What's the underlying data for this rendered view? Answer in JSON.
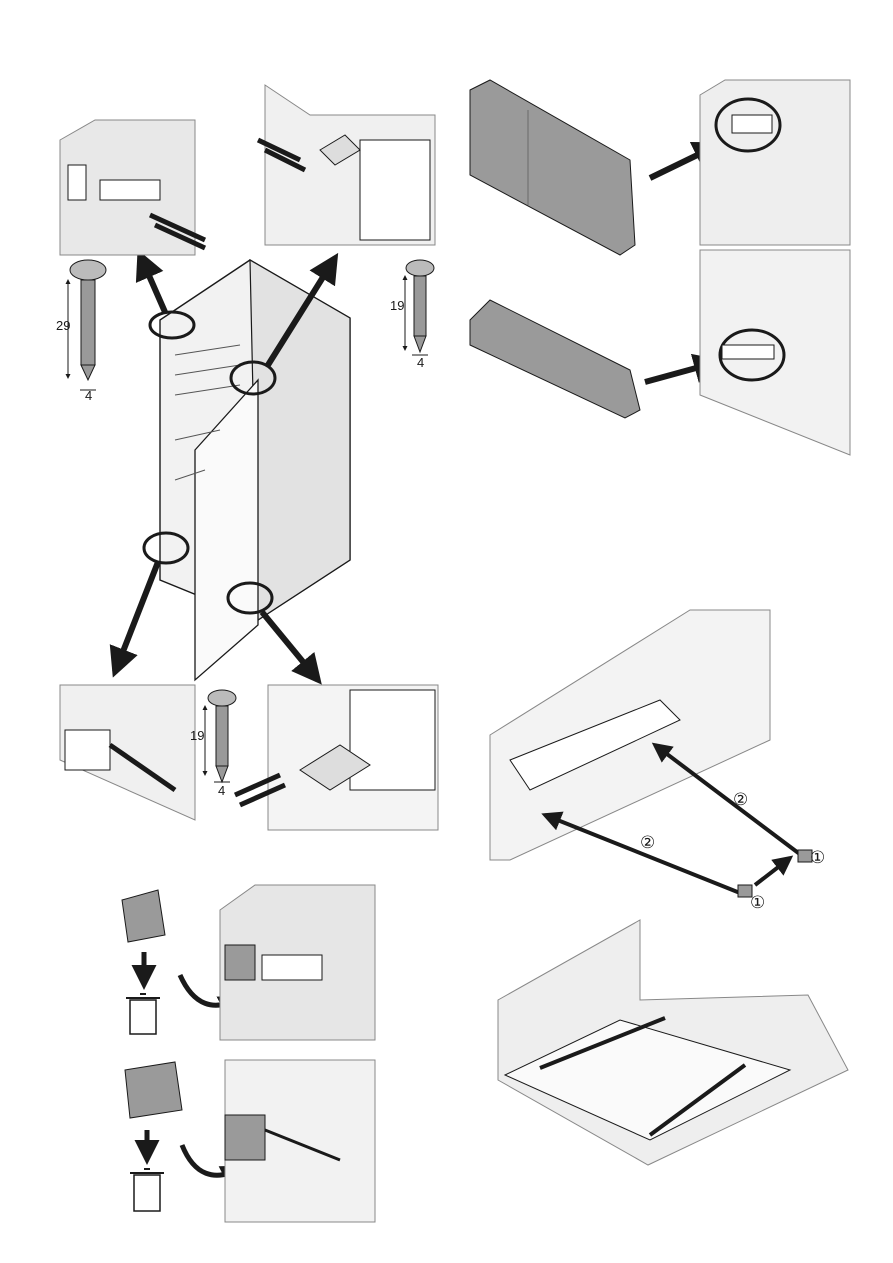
{
  "dimensions": {
    "top_left_screw": {
      "length": "29",
      "diameter": "4"
    },
    "top_right_screw": {
      "length": "19",
      "diameter": "4"
    },
    "bottom_screw": {
      "length": "19",
      "diameter": "4"
    }
  },
  "steps": {
    "step1": "①",
    "step2": "②"
  },
  "icons": [
    "screw-icon",
    "waste-bin-icon",
    "arrow-icon",
    "curved-arrow-icon"
  ],
  "colors": {
    "line": "#1a1a1a",
    "panel": "#e6e6e6",
    "part": "#9a9a9a"
  }
}
